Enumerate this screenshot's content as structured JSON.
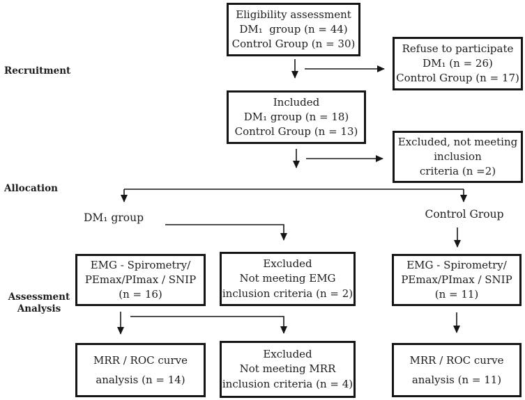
{
  "phases": {
    "recruitment": "Recruitment",
    "allocation": "Allocation",
    "assessment": [
      "Assessment",
      "Analysis"
    ]
  },
  "group_labels": {
    "dm1": "DM₁ group",
    "control": "Control Group"
  },
  "boxes": {
    "eligibility": [
      "Eligibility assessment",
      "DM₁  group (n = 44)",
      "Control Group (n = 30)"
    ],
    "refuse": [
      "Refuse to participate",
      "DM₁ (n = 26)",
      "Control Group (n = 17)"
    ],
    "included": [
      "Included",
      "DM₁ group (n = 18)",
      "Control Group (n = 13)"
    ],
    "excluded_inclusion": [
      "Excluded, not meeting",
      "inclusion",
      "criteria (n =2)"
    ],
    "emg_dm1": [
      "EMG - Spirometry/",
      "PEmax/PImax / SNIP",
      "(n = 16)"
    ],
    "excluded_emg": [
      "Excluded",
      "Not meeting EMG",
      "inclusion criteria (n = 2)"
    ],
    "emg_control": [
      "EMG - Spirometry/",
      "PEmax/PImax / SNIP",
      "(n = 11)"
    ],
    "mrr_dm1": [
      "MRR / ROC curve",
      "analysis (n = 14)"
    ],
    "excluded_mrr": [
      "Excluded",
      "Not meeting MRR",
      "inclusion criteria (n = 4)"
    ],
    "mrr_control": [
      "MRR / ROC curve",
      "analysis (n = 11)"
    ]
  },
  "colors": {
    "background": "#ffffff",
    "box_border": "#151515",
    "text": "#1c1c1c",
    "arrow": "#151515"
  }
}
